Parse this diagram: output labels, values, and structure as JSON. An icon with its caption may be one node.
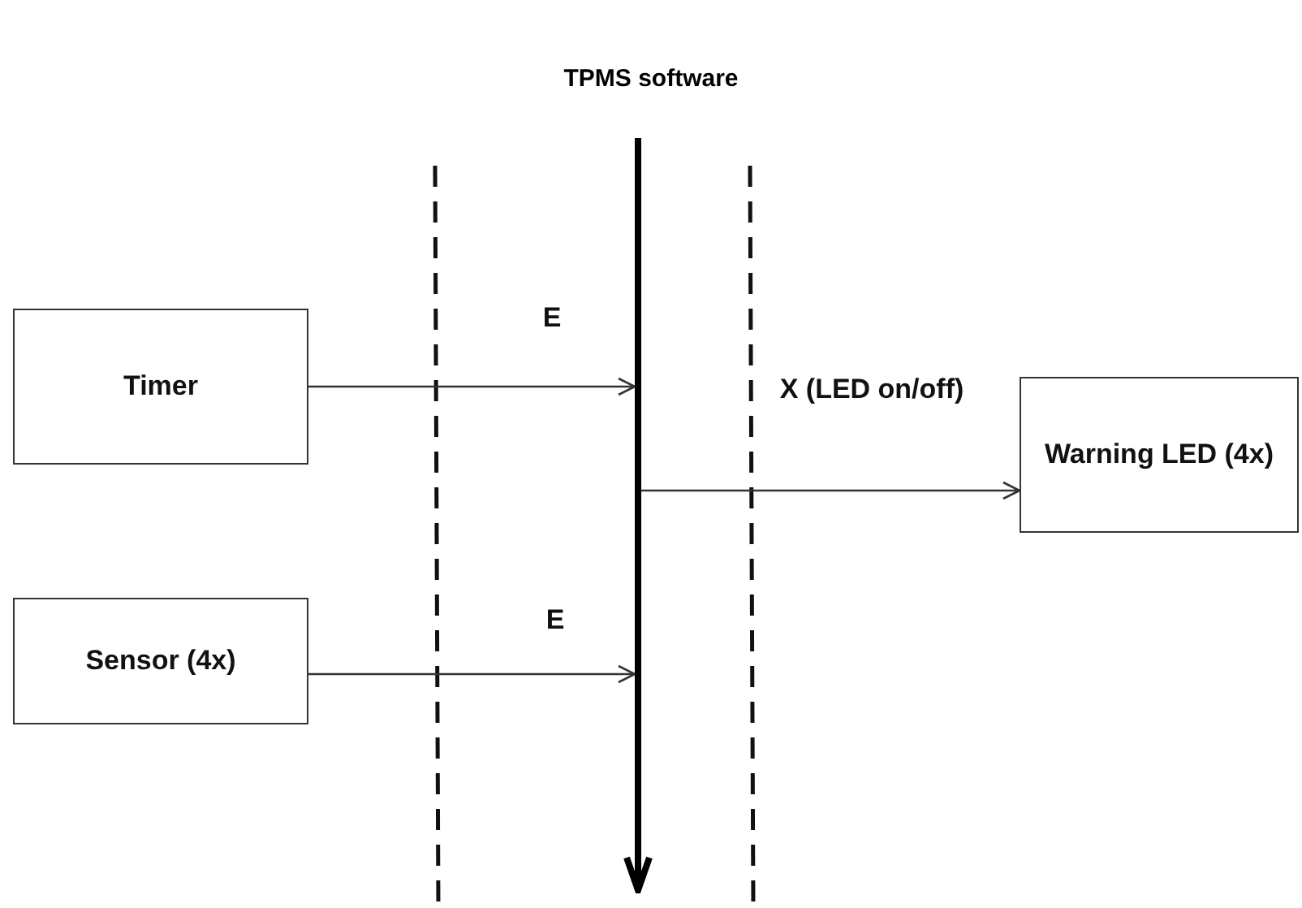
{
  "diagram": {
    "title": "TPMS software",
    "nodes": [
      {
        "text": [
          "Timer"
        ]
      },
      {
        "text": [
          "Sensor (4x)"
        ]
      },
      {
        "text": [
          "Warning LED (4x)"
        ]
      },
      {
        "text": [],
        "shape": "bar"
      }
    ],
    "edges": [
      {
        "from": 0,
        "to": 3,
        "arrow": "to",
        "label": "E"
      },
      {
        "from": 1,
        "to": 3,
        "arrow": "to",
        "label": "E"
      },
      {
        "from": 3,
        "to": 2,
        "arrow": "to",
        "label": "X (LED on/off)"
      }
    ]
  }
}
